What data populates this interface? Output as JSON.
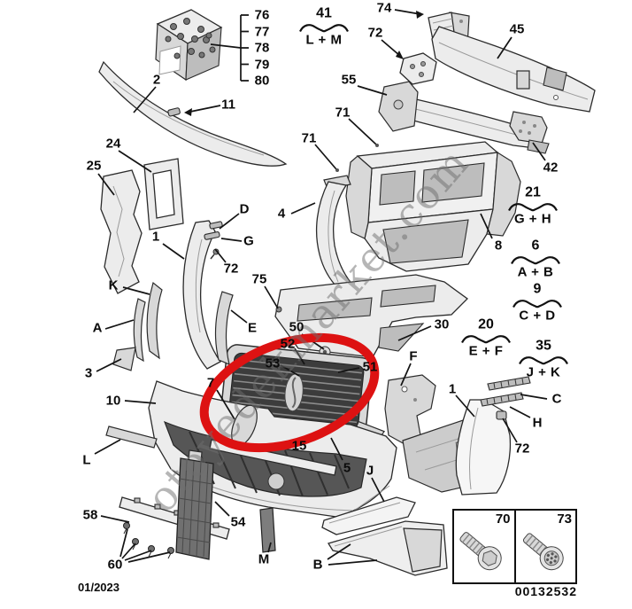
{
  "diagram": {
    "watermark": "otoyedekmarket.com",
    "date": "01/2023",
    "doc_id": "00132532",
    "colors": {
      "highlight": "#dd1212",
      "line": "#141414",
      "part_fill": "#ececec",
      "watermark_gray": "#6f6f6f"
    },
    "labels": [
      "76",
      "77",
      "78",
      "79",
      "80",
      "2",
      "11",
      "24",
      "25",
      "74",
      "72",
      "45",
      "55",
      "71",
      "71",
      "42",
      "8",
      "4",
      "D",
      "G",
      "72",
      "1",
      "75",
      "K",
      "A",
      "E",
      "3",
      "50",
      "52",
      "53",
      "51",
      "30",
      "F",
      "1",
      "C",
      "H",
      "72",
      "10",
      "7",
      "L",
      "15",
      "5",
      "J",
      "58",
      "54",
      "M",
      "B",
      "60"
    ],
    "groups": [
      {
        "num": "41",
        "combo": "L + M"
      },
      {
        "num": "21",
        "combo": "G + H"
      },
      {
        "num": "6",
        "combo": "A + B"
      },
      {
        "num": "9",
        "combo": "C + D"
      },
      {
        "num": "20",
        "combo": "E + F"
      },
      {
        "num": "35",
        "combo": "J + K"
      }
    ],
    "legend": [
      {
        "num": "70",
        "icon": "hex-flange-screw-icon"
      },
      {
        "num": "73",
        "icon": "torx-flange-screw-icon"
      }
    ]
  }
}
